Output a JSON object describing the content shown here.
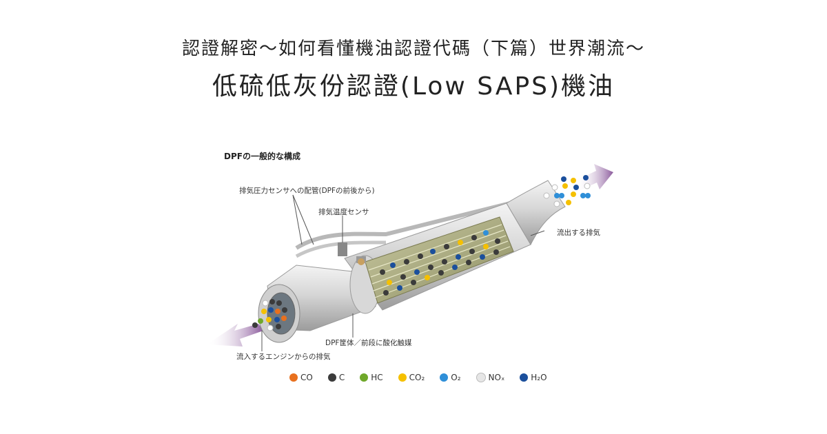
{
  "header": {
    "title_line1": "認證解密～如何看懂機油認證代碼（下篇）世界潮流～",
    "title_line2": "低硫低灰份認證(Low SAPS)機油"
  },
  "diagram": {
    "title": "DPFの一般的な構成",
    "labels": {
      "pressure_sensor": "排気圧力センサへの配管(DPFの前後から)",
      "temp_sensor": "排気温度センサ",
      "outflow": "流出する排気",
      "housing": "DPF筐体／前段に酸化触媒",
      "inflow": "流入するエンジンからの排気"
    }
  },
  "legend": [
    {
      "label": "CO",
      "color": "#e8701e"
    },
    {
      "label": "C",
      "color": "#3b3b3b"
    },
    {
      "label": "HC",
      "color": "#6fa82a"
    },
    {
      "label": "CO₂",
      "color": "#f5c000"
    },
    {
      "label": "O₂",
      "color": "#2f8fd8"
    },
    {
      "label": "NOₓ",
      "color": "#e6e6e6"
    },
    {
      "label": "H₂O",
      "color": "#1b4f9c"
    }
  ]
}
